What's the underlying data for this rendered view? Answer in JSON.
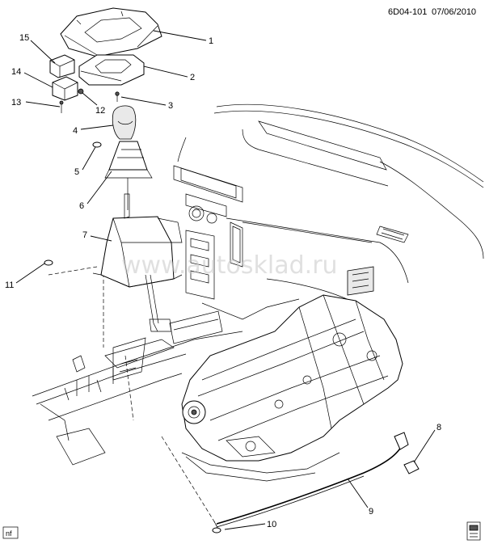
{
  "header": {
    "diagram_id": "6D04-101",
    "date": "07/06/2010"
  },
  "watermark": "www.autosklad.ru",
  "footer": {
    "corner_tag": "nf"
  },
  "callouts": [
    {
      "id": "c1",
      "label": "1"
    },
    {
      "id": "c2",
      "label": "2"
    },
    {
      "id": "c3",
      "label": "3"
    },
    {
      "id": "c4",
      "label": "4"
    },
    {
      "id": "c5",
      "label": "5"
    },
    {
      "id": "c6",
      "label": "6"
    },
    {
      "id": "c7",
      "label": "7"
    },
    {
      "id": "c8",
      "label": "8"
    },
    {
      "id": "c9",
      "label": "9"
    },
    {
      "id": "c10",
      "label": "10"
    },
    {
      "id": "c11",
      "label": "11"
    },
    {
      "id": "c12",
      "label": "12"
    },
    {
      "id": "c13",
      "label": "13"
    },
    {
      "id": "c14",
      "label": "14"
    },
    {
      "id": "c15",
      "label": "15"
    }
  ]
}
